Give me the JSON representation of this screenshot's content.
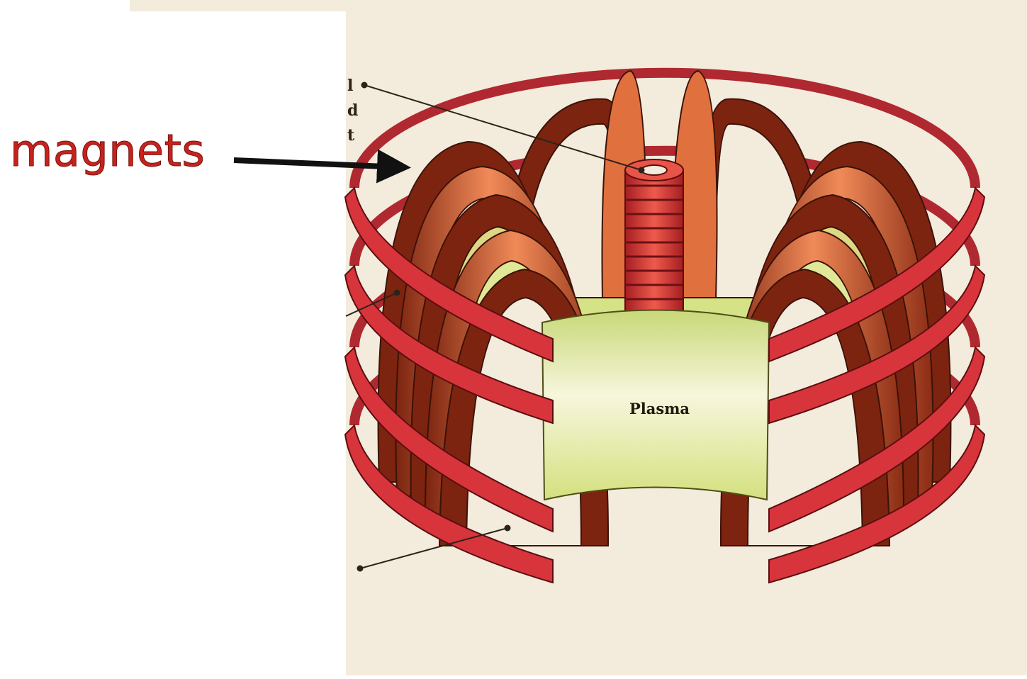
{
  "callout": {
    "label": "magnets"
  },
  "diagram": {
    "plasma_label": "Plasma",
    "cropped_label_fragments": [
      "l",
      "d",
      "t"
    ]
  },
  "colors": {
    "callout_text": "#c8221c",
    "page_background": "#f3ebdc",
    "coil_dark": "#7c2410",
    "coil_light": "#ef8a58",
    "ring": "#d8343c",
    "plasma": "#e4ee9c"
  }
}
